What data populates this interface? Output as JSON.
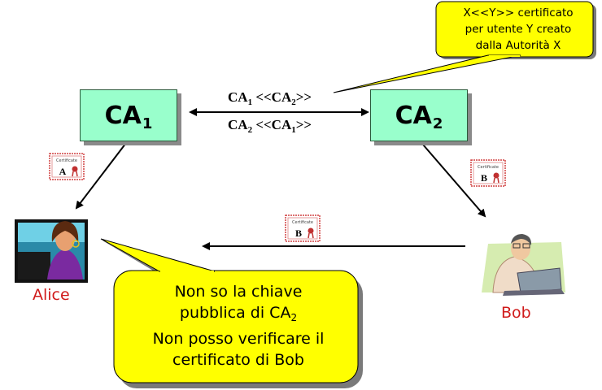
{
  "top_callout": {
    "lines": [
      "X<<Y>> certificato",
      "per utente Y creato",
      "dalla Autorità X"
    ]
  },
  "ca1": {
    "name": "CA",
    "sub": "1"
  },
  "ca2": {
    "name": "CA",
    "sub": "2"
  },
  "cert_exchange": {
    "line1": {
      "a": "CA",
      "a_sub": "1",
      "mid": " <<CA",
      "mid_sub": "2",
      "end": ">>"
    },
    "line2": {
      "a": "CA",
      "a_sub": "2",
      "mid": " <<CA",
      "mid_sub": "1",
      "end": ">>"
    }
  },
  "certificates": {
    "header": "Certificate",
    "alice_cert_letter": "A",
    "bob_cert_letter": "B",
    "transfer_cert_letter": "B"
  },
  "people": {
    "alice": "Alice",
    "bob": "Bob"
  },
  "big_callout": {
    "line1": "Non so la chiave",
    "line2_pre": "pubblica di CA",
    "line2_sub": "2",
    "line3": "Non posso verificare il",
    "line4": "certificato di Bob"
  }
}
